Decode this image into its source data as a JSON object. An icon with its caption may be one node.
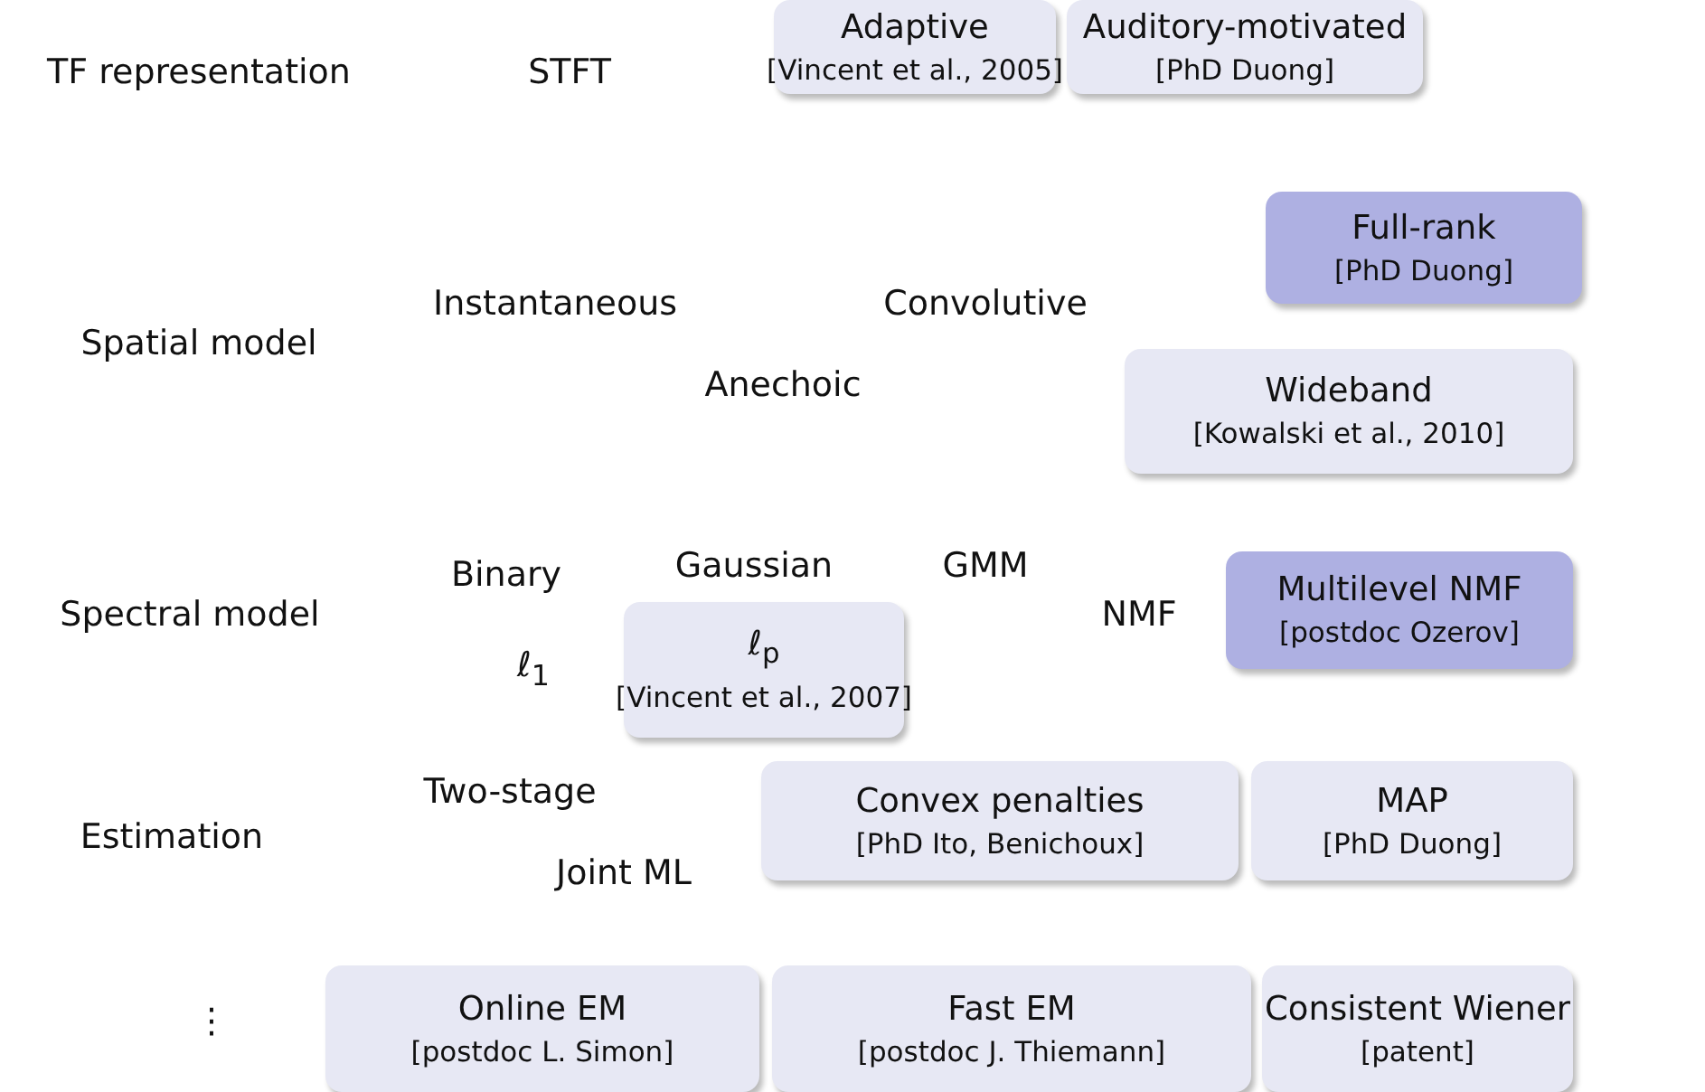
{
  "diagram": {
    "nodes": [
      {
        "text": [
          "Adaptive",
          "[Vincent et al., 2005]"
        ]
      },
      {
        "text": [
          "Auditory-motivated",
          "[PhD Duong]"
        ]
      },
      {
        "text": [
          "Full-rank",
          "[PhD Duong]"
        ]
      },
      {
        "text": [
          "Wideband",
          "[Kowalski et al., 2010]"
        ]
      },
      {
        "text": [
          "ℓ$_{p}$",
          "[Vincent et al., 2007]"
        ]
      },
      {
        "text": [
          "Multilevel NMF",
          "[postdoc Ozerov]"
        ]
      },
      {
        "text": [
          "Convex penalties",
          "[PhD Ito, Benichoux]"
        ]
      },
      {
        "text": [
          "MAP",
          "[PhD Duong]"
        ]
      },
      {
        "text": [
          "Online EM",
          "[postdoc L. Simon]"
        ]
      },
      {
        "text": [
          "Fast EM",
          "[postdoc J. Thiemann]"
        ]
      },
      {
        "text": [
          "Consistent Wiener",
          "[patent]"
        ]
      }
    ],
    "labels": [
      "TF representation",
      "STFT",
      "Instantaneous",
      "Convolutive",
      "Spatial model",
      "Anechoic",
      "Binary",
      "Gaussian",
      "GMM",
      "Spectral model",
      "ℓ$_{1}$",
      "NMF",
      "Two-stage",
      "Estimation",
      "Joint ML",
      "⋮"
    ]
  }
}
